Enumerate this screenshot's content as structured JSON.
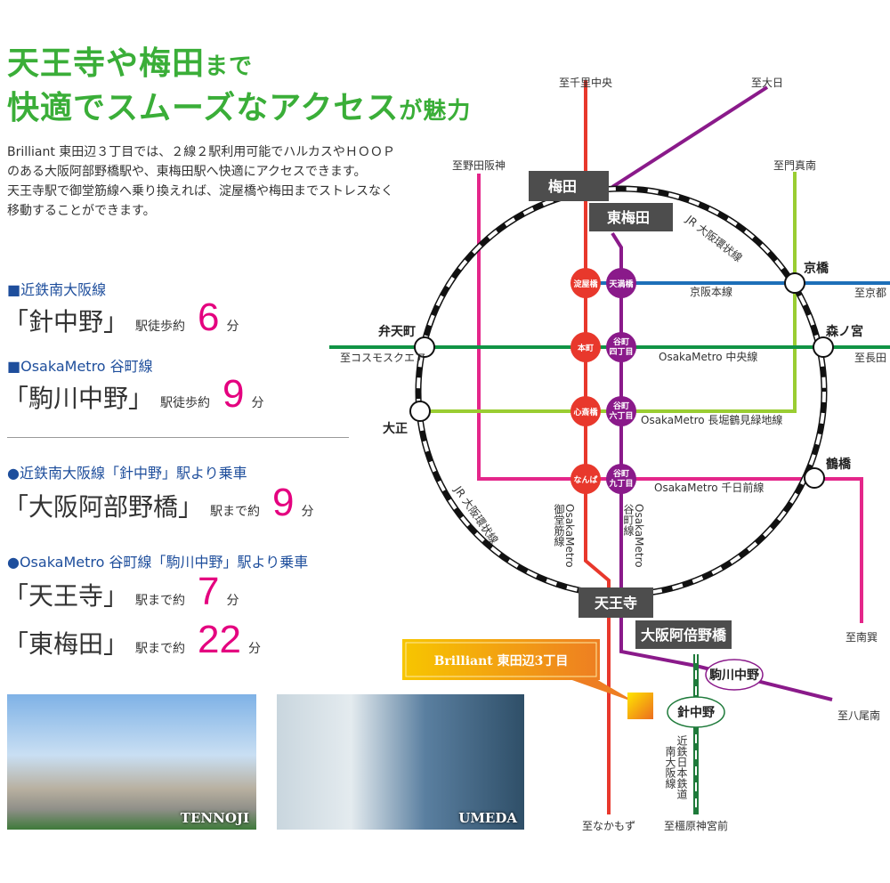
{
  "title": {
    "line1_a": "天王寺や梅田",
    "line1_b": "まで",
    "line2_a": "快適でスムーズなアクセス",
    "line2_b": "が魅力"
  },
  "intro": {
    "p1": "Brilliant 東田辺３丁目では、２線２駅利用可能でハルカスやＨＯＯＰのある大阪阿部野橋駅や、東梅田駅へ快適にアクセスできます。",
    "p2": "天王寺駅で御堂筋線へ乗り換えれば、淀屋橋や梅田までストレスなく移動することができます。"
  },
  "walk": [
    {
      "line": "■近鉄南大阪線",
      "station": "「針中野」",
      "prefix": "駅徒歩約",
      "minutes": "6",
      "unit": "分"
    },
    {
      "line": "■OsakaMetro 谷町線",
      "station": "「駒川中野」",
      "prefix": "駅徒歩約",
      "minutes": "9",
      "unit": "分"
    }
  ],
  "ride": [
    {
      "line": "●近鉄南大阪線「針中野」駅より乗車",
      "dest": [
        {
          "station": "「大阪阿部野橋」",
          "prefix": "駅まで約",
          "minutes": "9",
          "unit": "分"
        }
      ]
    },
    {
      "line": "●OsakaMetro 谷町線「駒川中野」駅より乗車",
      "dest": [
        {
          "station": "「天王寺」",
          "prefix": "駅まで約",
          "minutes": "7",
          "unit": "分"
        },
        {
          "station": "「東梅田」",
          "prefix": "駅まで約",
          "minutes": "22",
          "unit": "分"
        }
      ]
    }
  ],
  "photos": [
    "TENNOJI",
    "UMEDA"
  ],
  "map": {
    "hubs": {
      "umeda": "梅田",
      "higashi_umeda": "東梅田",
      "tennoji": "天王寺",
      "abeno": "大阪阿倍野橋"
    },
    "ring_stations": {
      "kyobashi": "京橋",
      "morinomiya": "森ノ宮",
      "tsuruhashi": "鶴橋",
      "bentencho": "弁天町",
      "taisho": "大正"
    },
    "metro_stations": {
      "yodoyabashi": "淀屋橋",
      "tenmabashi": "天満橋",
      "honmachi": "本町",
      "tanimachi4": [
        "谷町",
        "四丁目"
      ],
      "shinsaibashi": "心斎橋",
      "tanimachi6": [
        "谷町",
        "六丁目"
      ],
      "namba": "なんば",
      "tanimachi9": [
        "谷町",
        "九丁目"
      ]
    },
    "local": {
      "komagawa": "駒川中野",
      "harinakano": "針中野"
    },
    "lines": {
      "jr": "JR 大阪環状線",
      "keihan": "京阪本線",
      "chuo": "OsakaMetro 中央線",
      "nagahori": "OsakaMetro 長堀鶴見緑地線",
      "sennichimae": "OsakaMetro 千日前線",
      "midosuji": [
        "OsakaMetro",
        "御堂筋線"
      ],
      "tanimachi": [
        "OsakaMetro",
        "谷町線"
      ],
      "kintetsu": [
        "近鉄日本鉄道",
        "南大阪線"
      ]
    },
    "directions": {
      "senri": "至千里中央",
      "dainichi": "至大日",
      "noda": "至野田阪神",
      "kadoma": "至門真南",
      "kyoto": "至京都",
      "nagata": "至長田",
      "cosmo": "至コスモスクエア",
      "minamitatsumi": "至南巽",
      "yao": "至八尾南",
      "nakamozu": "至なかもず",
      "kashihara": "至橿原神宮前"
    },
    "property": "Brilliant 東田辺3丁目",
    "colors": {
      "midosuji": "#e8382c",
      "tanimachi": "#8a1a8a",
      "keihan": "#1d6fb8",
      "chuo": "#119445",
      "nagahori": "#9acd32",
      "sennichimae": "#e4268a",
      "kintetsu": "#1e7a3a",
      "hub": "#4d4d4d",
      "accent": "#e4007f",
      "title": "#3aae38",
      "heading": "#1e4e9c"
    }
  }
}
